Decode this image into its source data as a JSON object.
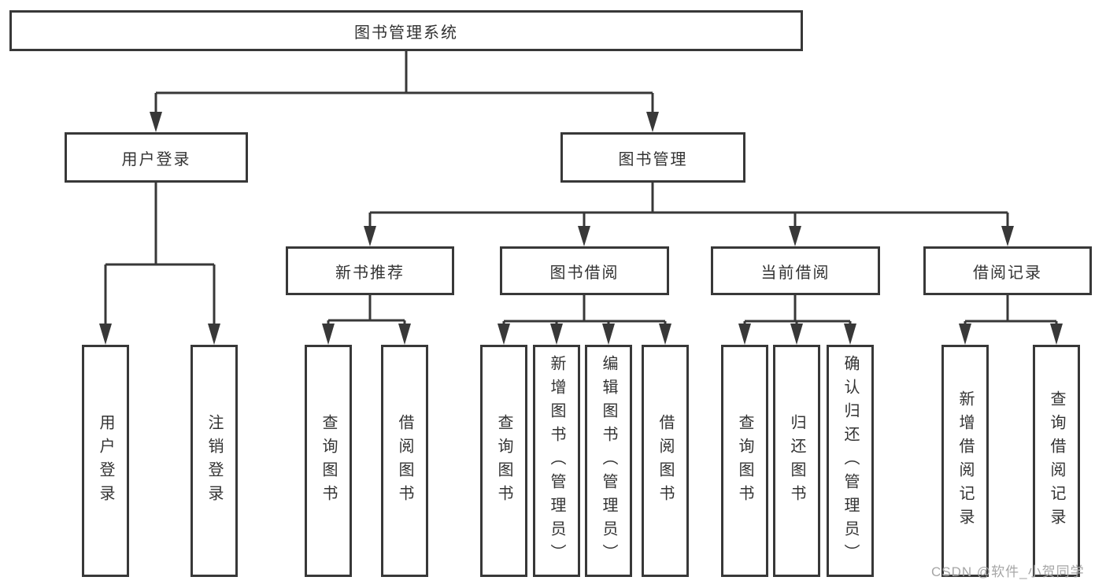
{
  "diagram": {
    "root": {
      "label": "图书管理系统",
      "children": [
        {
          "label": "用户登录",
          "children": [
            {
              "label": "用户登录"
            },
            {
              "label": "注销登录"
            }
          ]
        },
        {
          "label": "图书管理",
          "children": [
            {
              "label": "新书推荐",
              "children": [
                {
                  "label": "查询图书"
                },
                {
                  "label": "借阅图书"
                }
              ]
            },
            {
              "label": "图书借阅",
              "children": [
                {
                  "label": "查询图书"
                },
                {
                  "label": "新增图书（管理员）"
                },
                {
                  "label": "编辑图书（管理员）"
                },
                {
                  "label": "借阅图书"
                }
              ]
            },
            {
              "label": "当前借阅",
              "children": [
                {
                  "label": "查询图书"
                },
                {
                  "label": "归还图书"
                },
                {
                  "label": "确认归还（管理员）"
                }
              ]
            },
            {
              "label": "借阅记录",
              "children": [
                {
                  "label": "新增借阅记录"
                },
                {
                  "label": "查询借阅记录"
                }
              ]
            }
          ]
        }
      ]
    },
    "colors": {
      "line": "#383838",
      "text": "#333333",
      "background": "#ffffff",
      "watermark": "#a6a6a6"
    }
  },
  "watermark": {
    "text": "CSDN @软件_小贺同学"
  }
}
